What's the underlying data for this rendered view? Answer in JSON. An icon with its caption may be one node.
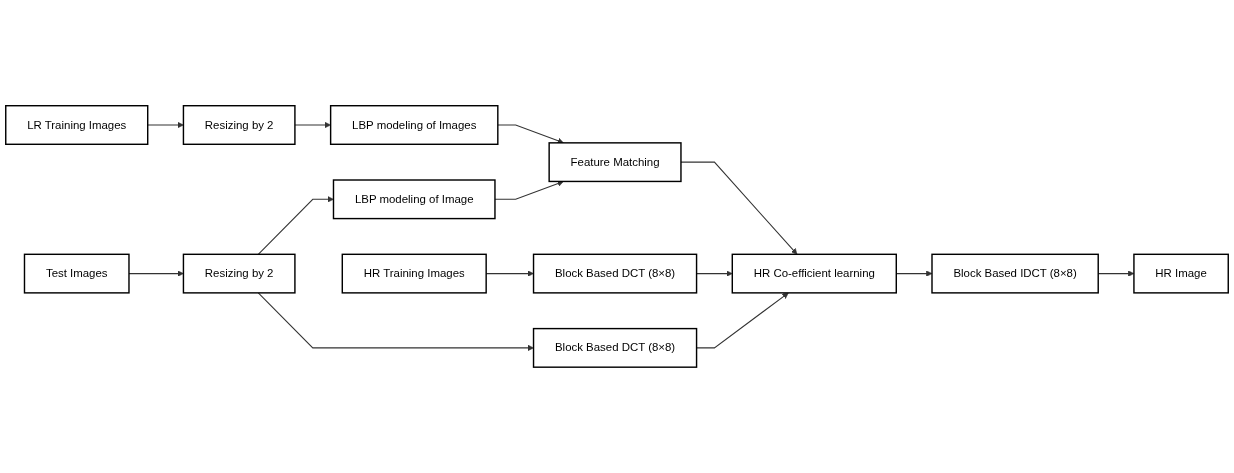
{
  "diagram": {
    "nodes": [
      {
        "text": [
          "Block Based DCT (8×8)"
        ]
      },
      {
        "text": [
          "Test Images"
        ]
      },
      {
        "text": [
          "Resizing by 2"
        ]
      },
      {
        "text": [
          "LBP modeling of Image"
        ]
      },
      {
        "text": [
          "Feature Matching"
        ]
      },
      {
        "text": [
          "HR Co-efficient learning"
        ]
      },
      {
        "text": [
          "Block Based IDCT (8×8)"
        ]
      },
      {
        "text": [
          "HR Image"
        ]
      },
      {
        "text": [
          "LR Training Images"
        ]
      },
      {
        "text": [
          "Resizing by 2"
        ]
      },
      {
        "text": [
          "LBP modeling of Images"
        ]
      },
      {
        "text": [
          "HR Training Images"
        ]
      },
      {
        "text": [
          "Block Based DCT (8×8)"
        ]
      }
    ],
    "edges": [
      {
        "from": 1,
        "to": 2,
        "arrow": "to"
      },
      {
        "from": 2,
        "to": 0,
        "arrow": "to"
      },
      {
        "from": 2,
        "to": 3,
        "arrow": "to"
      },
      {
        "from": 3,
        "to": 4,
        "arrow": "to"
      },
      {
        "from": 8,
        "to": 9,
        "arrow": "to"
      },
      {
        "from": 9,
        "to": 10,
        "arrow": "to"
      },
      {
        "from": 10,
        "to": 4,
        "arrow": "to"
      },
      {
        "from": 4,
        "to": 5,
        "arrow": "to"
      },
      {
        "from": 0,
        "to": 5,
        "arrow": "to"
      },
      {
        "from": 5,
        "to": 6,
        "arrow": "to"
      },
      {
        "from": 6,
        "to": 7,
        "arrow": "to"
      },
      {
        "from": 11,
        "to": 12,
        "arrow": "to"
      },
      {
        "from": 12,
        "to": 5,
        "arrow": "to"
      }
    ]
  }
}
